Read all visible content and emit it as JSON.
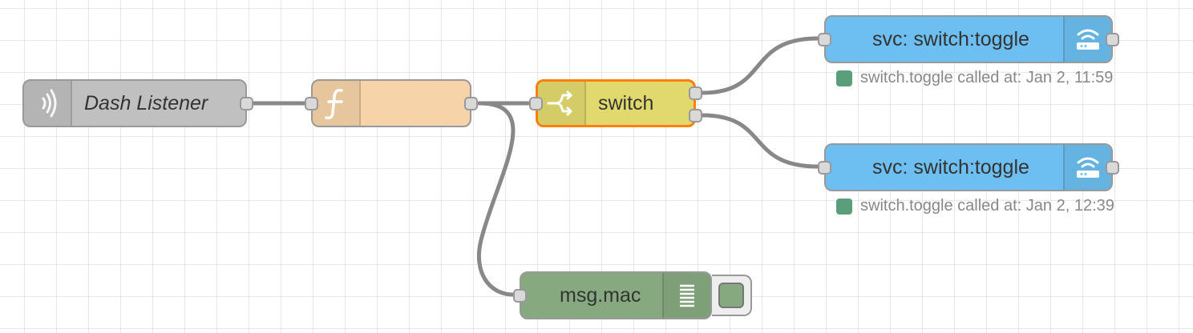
{
  "nodes": {
    "dash_listener": {
      "label": "Dash Listener",
      "color": "#c0c0c0",
      "icon": "wifi-signal-icon"
    },
    "function": {
      "label": "",
      "color": "#f6d3a8",
      "icon": "function-icon"
    },
    "switch": {
      "label": "switch",
      "color": "#e2d96e",
      "selected_border": "#ff7f0e",
      "icon": "switch-icon"
    },
    "svc_top": {
      "label": "svc: switch:toggle",
      "color": "#6cbff0",
      "icon": "router-icon",
      "status": "switch.toggle called at: Jan 2, 11:59",
      "status_color": "#5a9e7b"
    },
    "svc_bottom": {
      "label": "svc: switch:toggle",
      "color": "#6cbff0",
      "icon": "router-icon",
      "status": "switch.toggle called at: Jan 2, 12:39",
      "status_color": "#5a9e7b"
    },
    "debug": {
      "label": "msg.mac",
      "color": "#87a980",
      "icon": "list-icon"
    }
  },
  "colors": {
    "wire": "#888888",
    "grid": "#e8e8e8",
    "port_fill": "#d9d9d9"
  }
}
